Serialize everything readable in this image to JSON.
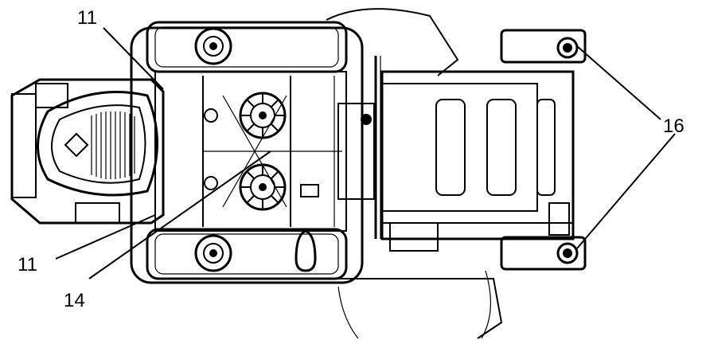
{
  "callouts": {
    "c11_top": "11",
    "c11_bottom": "11",
    "c14": "14",
    "c16": "16"
  },
  "colors": {
    "ink": "#000000",
    "paper": "#ffffff"
  }
}
